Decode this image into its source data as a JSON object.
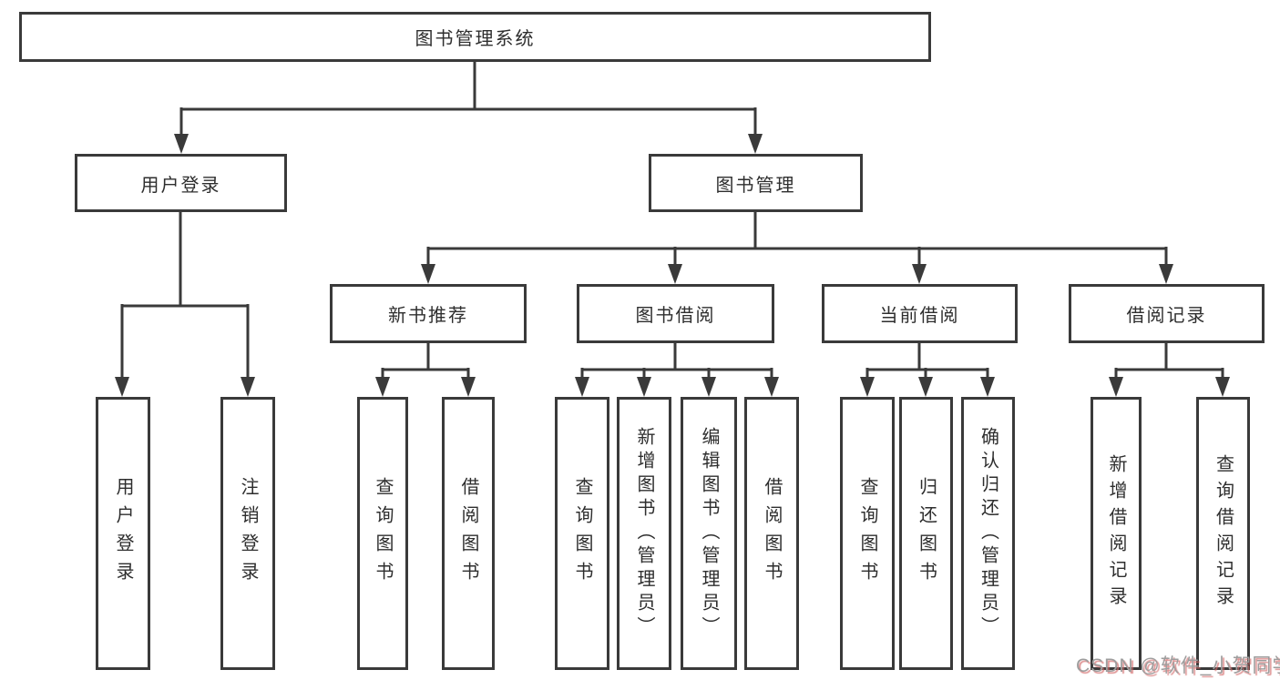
{
  "tree": {
    "root": {
      "label": "图书管理系统",
      "children": [
        {
          "label": "用户登录",
          "children": [
            {
              "label": "用户登录"
            },
            {
              "label": "注销登录"
            }
          ]
        },
        {
          "label": "图书管理",
          "children": [
            {
              "label": "新书推荐",
              "children": [
                {
                  "label": "查询图书"
                },
                {
                  "label": "借阅图书"
                }
              ]
            },
            {
              "label": "图书借阅",
              "children": [
                {
                  "label": "查询图书"
                },
                {
                  "label": "新增图书（管理员）"
                },
                {
                  "label": "编辑图书（管理员）"
                },
                {
                  "label": "借阅图书"
                }
              ]
            },
            {
              "label": "当前借阅",
              "children": [
                {
                  "label": "查询图书"
                },
                {
                  "label": "归还图书"
                },
                {
                  "label": "确认归还（管理员）"
                }
              ]
            },
            {
              "label": "借阅记录",
              "children": [
                {
                  "label": "新增借阅记录"
                },
                {
                  "label": "查询借阅记录"
                }
              ]
            }
          ]
        }
      ]
    }
  },
  "watermark": {
    "text": "CSDN @软件_小贺同学"
  },
  "colors": {
    "line": "#3a3a3a",
    "box_border": "#3a3a3a",
    "box_fill": "#ffffff",
    "text": "#2e2e2e",
    "watermark_text": "#9d9d9d",
    "watermark_shadow": "#d36a6a"
  }
}
